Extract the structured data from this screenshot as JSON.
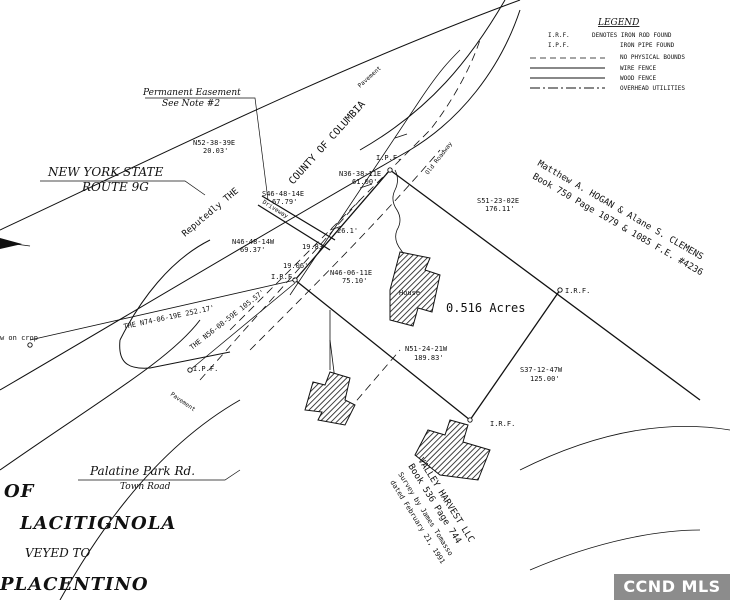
{
  "legend": {
    "title": "LEGEND",
    "items": [
      {
        "abbr": "I.R.F.",
        "text": "DENOTES IRON ROD FOUND"
      },
      {
        "abbr": "I.P.F.",
        "text": "IRON PIPE FOUND"
      },
      {
        "abbr": "",
        "text": "NO PHYSICAL BOUNDS"
      },
      {
        "abbr": "",
        "text": "WIRE FENCE"
      },
      {
        "abbr": "",
        "text": "WOOD FENCE"
      },
      {
        "abbr": "",
        "text": "OVERHEAD UTILITIES"
      }
    ]
  },
  "labels": {
    "easement_title": "Permanent Easement",
    "easement_note": "See Note #2",
    "state_line1": "NEW YORK STATE",
    "state_line2": "ROUTE 9G",
    "county": "COUNTY OF COLUMBIA",
    "reputedly": "Reputedly THE",
    "driveway": "Driveway",
    "old_roadway": "Old Roadway",
    "pavement_top": "Pavement",
    "pavement_bottom": "Pavement",
    "house": "House",
    "acres": "0.516 Acres",
    "road_name": "Palatine Park Rd.",
    "road_type": "Town Road",
    "outcrop": "w on crop",
    "title_line1": "OF",
    "title_line2": "LACITIGNOLA",
    "title_line3": "VEYED TO",
    "title_line4": "PLACENTINO"
  },
  "bearings": {
    "b1": "N52-38-39E",
    "b1d": "20.03'",
    "b2": "S46-48-14E",
    "b2d": "67.79'",
    "b3": "N46-48-14W",
    "b3d": "69.37'",
    "b4": "N36-38-11E",
    "b4d": "61.00'",
    "b5": "S51-23-02E",
    "b5d": "176.11'",
    "b6": "19.83'",
    "b7": "19.06'",
    "b8": "26.1'",
    "b9": "N46-06-11E",
    "b9d": "75.10'",
    "b10": "THE N74-06-19E 252.17'",
    "b11": "THE N56-08-59E 105.57'",
    "b12": "N51-24-21W",
    "b12d": "189.83'",
    "b13": "S37-12-47W",
    "b13d": "125.00'"
  },
  "markers": {
    "ipf": "I.P.F.",
    "irf": "I.R.F."
  },
  "adjoiner_east": {
    "line1": "Matthew A. HOGAN & Alane S. CLEMENS",
    "line2": "Book 750 Page 1079 & 1085 F.E. #4236"
  },
  "adjoiner_south": {
    "line1": "VALLEY HARVEST LLC",
    "line2": "Book 536 Page 744",
    "line3": "Survey by James Tomasso",
    "line4": "dated February 21, 1991"
  },
  "watermark": "CCND MLS"
}
